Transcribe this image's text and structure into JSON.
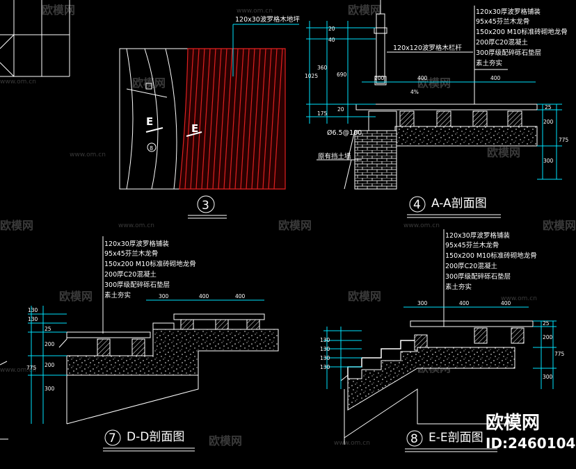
{
  "watermark": {
    "brand": "欧模网",
    "url": "www.om.cn"
  },
  "detail_plan": {
    "label_top": "120x30波罗格木地坪",
    "section_mark_left": "E",
    "section_mark_right": "E",
    "small_mark": "8",
    "title_num": "3"
  },
  "section_aa": {
    "notes": [
      "120x30厚波罗格铺装",
      "95x45芬兰木龙骨",
      "150x200 M10标准砖砌地龙骨",
      "200厚C20混凝土",
      "300厚级配碎砾石垫层",
      "素土夯实"
    ],
    "rail_label": "120x120波罗格木栏杆",
    "wall_label": "原有挡土墙",
    "rebar_label": "Ø6.5@180",
    "dims_left": [
      "20",
      "40",
      "360",
      "1025",
      "690",
      "175",
      "20"
    ],
    "dims_top": [
      "200",
      "400",
      "400"
    ],
    "dims_right": [
      "25",
      "200",
      "775",
      "300"
    ],
    "slope": "4%",
    "title_num": "4",
    "title": "A-A剖面图"
  },
  "section_dd": {
    "notes": [
      "120x30厚波罗格铺装",
      "95x45芬兰木龙骨",
      "150x200 M10标准砖砌地龙骨",
      "200厚C20混凝土",
      "300厚级配碎砾石垫层",
      "素土夯实"
    ],
    "dims_top": [
      "300",
      "400",
      "400"
    ],
    "dims_left": [
      "130",
      "130",
      "25",
      "200",
      "775",
      "200",
      "300"
    ],
    "title_num": "7",
    "title": "D-D剖面图"
  },
  "section_ee": {
    "notes": [
      "120x30厚波罗格铺装",
      "95x45芬兰木龙骨",
      "150x200 M10标准砖砌地龙骨",
      "200厚C20混凝土",
      "300厚级配碎砾石垫层",
      "素土夯实"
    ],
    "dims_top": [
      "300",
      "400",
      "400"
    ],
    "dims_left": [
      "130",
      "130",
      "130",
      "130"
    ],
    "dims_right": [
      "25",
      "200",
      "775",
      "300"
    ],
    "title_num": "8",
    "title": "E-E剖面图"
  },
  "brand_corner": {
    "name": "欧模网",
    "id": "ID:2460104"
  },
  "colors": {
    "background": "#000000",
    "line": "#ffffff",
    "dimension": "#00e5ff",
    "hatch": "#e02020",
    "watermark": "#3a3a3a"
  }
}
